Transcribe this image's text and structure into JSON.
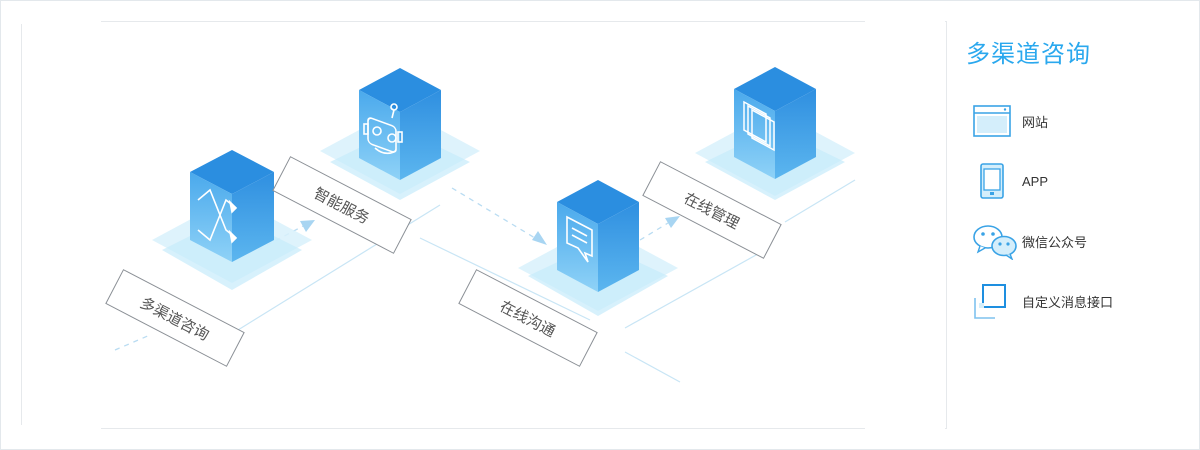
{
  "diagram": {
    "steps": [
      {
        "id": "multi",
        "label": "多渠道咨询"
      },
      {
        "id": "smart",
        "label": "智能服务"
      },
      {
        "id": "online",
        "label": "在线沟通"
      },
      {
        "id": "manage",
        "label": "在线管理"
      }
    ],
    "colors": {
      "cube_top": "#2b8ee0",
      "cube_front": "#63b9f1",
      "cube_side": "#3d9de6",
      "base": "#cdeefb",
      "line": "#c5e3f4",
      "label_border": "#8a8f95",
      "label_text": "#555555"
    }
  },
  "side": {
    "title": "多渠道咨询",
    "channels": [
      {
        "label": "网站",
        "icon": "browser-window-icon"
      },
      {
        "label": "APP",
        "icon": "mobile-phone-icon"
      },
      {
        "label": "微信公众号",
        "icon": "wechat-icon"
      },
      {
        "label": "自定义消息接口",
        "icon": "custom-interface-icon"
      }
    ],
    "accent": "#2aa8ee"
  }
}
